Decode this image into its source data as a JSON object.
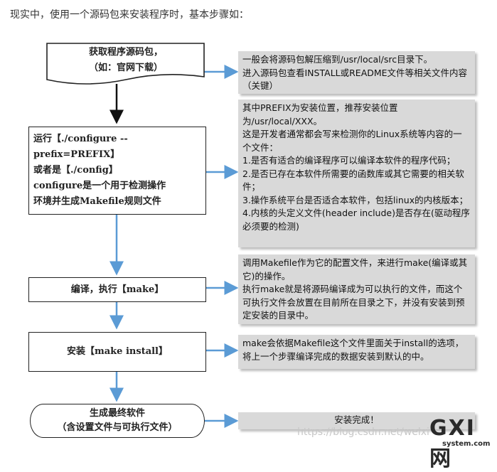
{
  "heading": "现实中，使用一个源码包来安装程序时，基本步骤如：",
  "steps": {
    "get_source": [
      "获取程序源码包，",
      "（如：官网下载）"
    ],
    "configure": [
      "运行【./configure --",
      "prefix=PREFIX】",
      "或者是【./config】",
      "configure是一个用于检测操作",
      "环境并生成Makefile规则文件"
    ],
    "make": "编译，执行【make】",
    "install": "安装【make install】",
    "finish": [
      "生成最终软件",
      "（含设置文件与可执行文件）"
    ]
  },
  "notes": {
    "get_source": [
      "一般会将源码包解压缩到/usr/local/src目录下。",
      "进入源码包查看INSTALL或README文件等相关文件内容（关键）"
    ],
    "configure": [
      "其中PREFIX为安装位置，推荐安装位置为/usr/local/XXX。",
      "这是开发者通常都会写来检测你的Linux系统等内容的一个文件：",
      "1.是否有适合的编译程序可以编译本软件的程序代码；",
      "2.是否已存在本软件所需要的函数库或其它需要的相关软件；",
      "3.操作系统平台是否适合本软件，包括linux的内核版本；",
      "4.内核的头定义文件(header include)是否存在(驱动程序必须要的检测)"
    ],
    "make": [
      "调用Makefile作为它的配置文件，来进行make(编译或其它)的操作。",
      "执行make就是将源码编译成为可以执行的文件，而这个可执行文件会放置在目前所在目录之下，并没有安装到预定安装的目录中。"
    ],
    "install": [
      "make会依据Makefile这个文件里面关于install的选项，将上一个步骤编译完成的数据安装到默认的中。"
    ],
    "finish": [
      "安装完成！"
    ]
  },
  "watermark": "https://blog.csdn.net/welxi",
  "logo": {
    "main": "GXI网",
    "sub": "system.com"
  },
  "colors": {
    "arrow_blue": "#5b9bd5",
    "note_fill": "#d9d9d9"
  }
}
